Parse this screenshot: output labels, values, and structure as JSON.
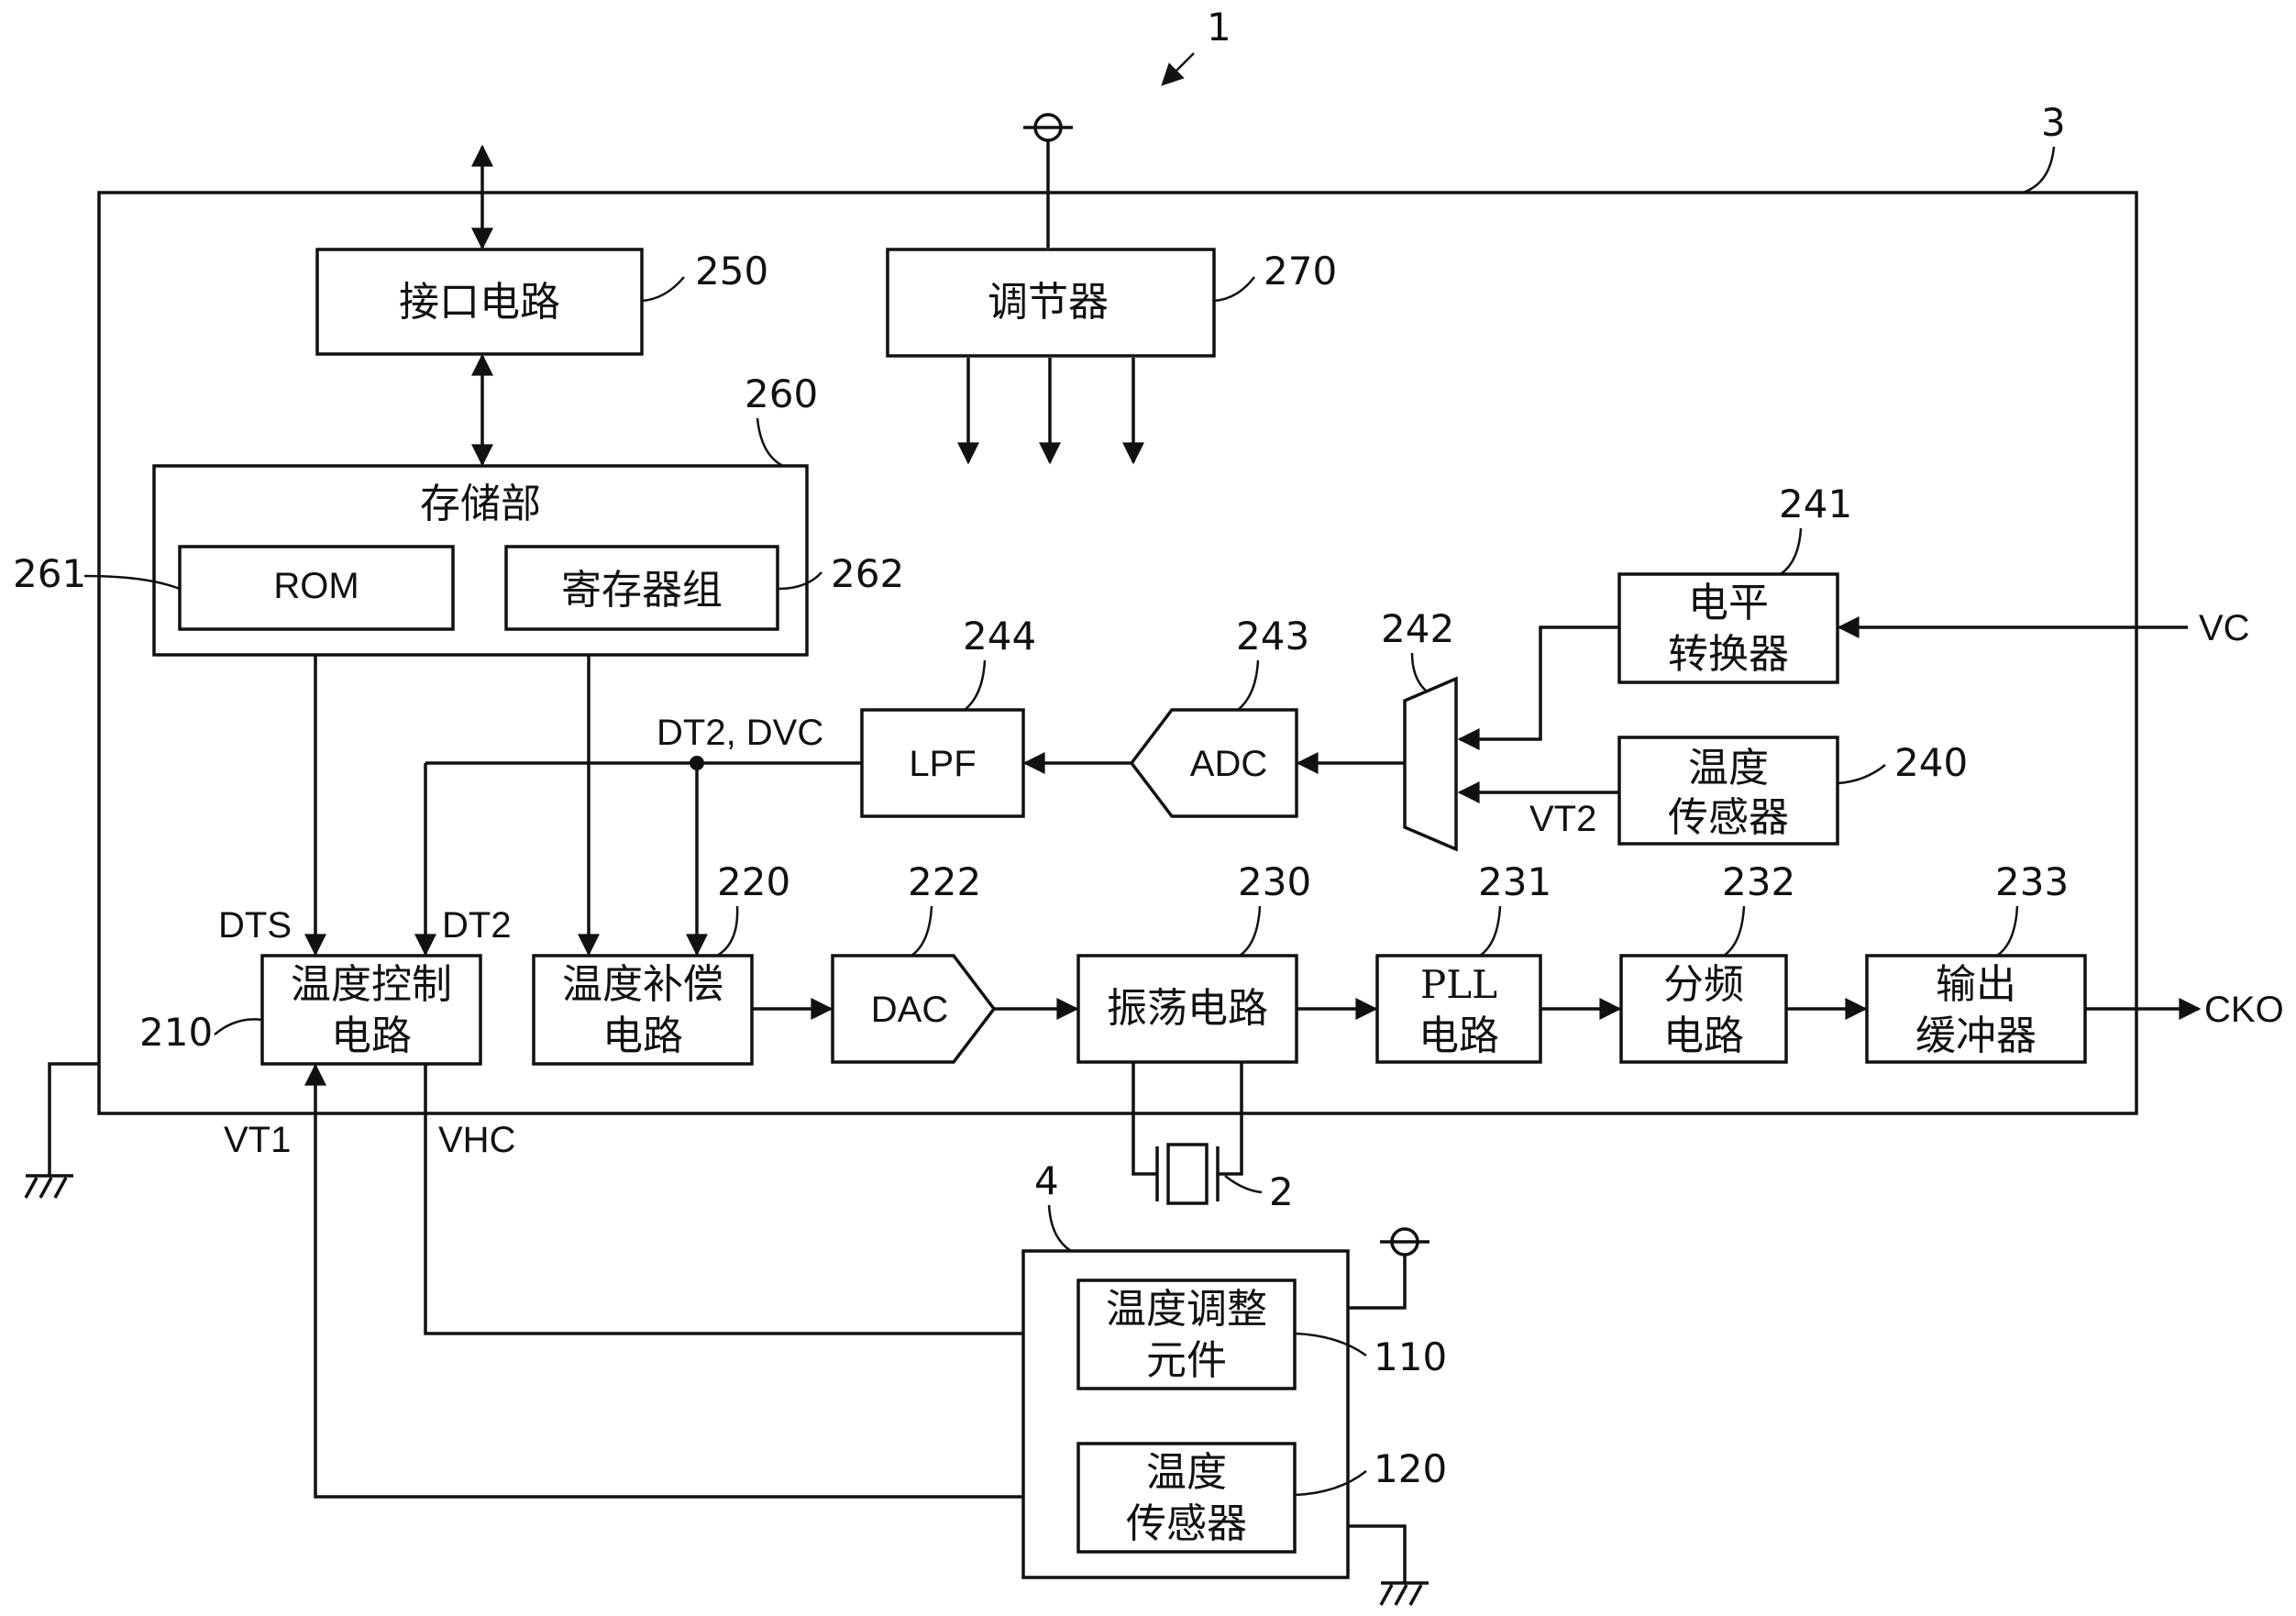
{
  "labels": {
    "device": "1",
    "chip": "3",
    "resonator": "2",
    "oven": "4",
    "b250": "250",
    "b270": "270",
    "b260": "260",
    "b261": "261",
    "b262": "262",
    "b241": "241",
    "b244": "244",
    "b243": "243",
    "b242": "242",
    "b240": "240",
    "b220": "220",
    "b222": "222",
    "b230": "230",
    "b231": "231",
    "b232": "232",
    "b233": "233",
    "b210": "210",
    "b110": "110",
    "b120": "120"
  },
  "blocks": {
    "interface": "接口电路",
    "regulator": "调节器",
    "storage": "存储部",
    "rom": "ROM",
    "registers": "寄存器组",
    "level_line1": "电平",
    "level_line2": "转换器",
    "lpf": "LPF",
    "adc": "ADC",
    "temp_sensor_line1": "温度",
    "temp_sensor_line2": "传感器",
    "temp_ctrl_line1": "温度控制",
    "temp_ctrl_line2": "电路",
    "temp_comp_line1": "温度补偿",
    "temp_comp_line2": "电路",
    "dac": "DAC",
    "osc": "振荡电路",
    "pll_line1": "PLL",
    "pll_line2": "电路",
    "div_line1": "分频",
    "div_line2": "电路",
    "outbuf_line1": "输出",
    "outbuf_line2": "缓冲器",
    "adjust_line1": "温度调整",
    "adjust_line2": "元件",
    "oven_sensor_line1": "温度",
    "oven_sensor_line2": "传感器"
  },
  "signals": {
    "vc": "VC",
    "vt2": "VT2",
    "dt2_dvc": "DT2, DVC",
    "dts": "DTS",
    "dt2": "DT2",
    "cko": "CKO",
    "vt1": "VT1",
    "vhc": "VHC"
  }
}
